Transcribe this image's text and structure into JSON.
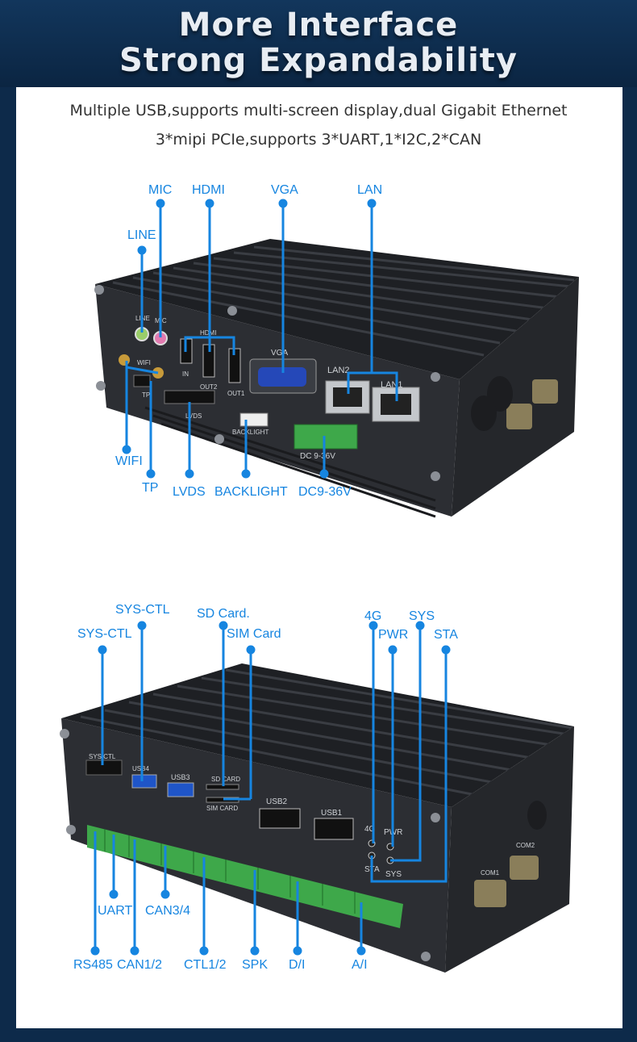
{
  "header": {
    "title_line1": "More Interface",
    "title_line2": "Strong Expandability"
  },
  "description": {
    "line1": "Multiple USB,supports multi-screen display,dual Gigabit Ethernet",
    "line2": "3*mipi PCIe,supports 3*UART,1*I2C,2*CAN"
  },
  "front_panel": {
    "labels": {
      "mic": "MIC",
      "hdmi": "HDMI",
      "vga": "VGA",
      "lan": "LAN",
      "line": "LINE",
      "wifi": "WIFI",
      "tp": "TP",
      "lvds": "LVDS",
      "backlight": "BACKLIGHT",
      "dc": "DC9-36V"
    },
    "printed": {
      "line": "LINE",
      "mic": "MIC",
      "hdmi": "HDMI",
      "in": "IN",
      "out2": "OUT2",
      "out1": "OUT1",
      "vga": "VGA",
      "lan2": "LAN2",
      "lan1": "LAN1",
      "wifi": "WIFI",
      "tp": "TP",
      "lvds": "LVDS",
      "backlight": "BACKLIGHT",
      "dc": "DC 9-36V"
    }
  },
  "rear_panel": {
    "labels": {
      "sysctl_top": "SYS-CTL",
      "sysctl_left": "SYS-CTL",
      "sd": "SD Card.",
      "sim": "SIM Card",
      "g4": "4G",
      "sys": "SYS",
      "pwr": "PWR",
      "sta": "STA",
      "uart": "UART",
      "can34": "CAN3/4",
      "rs485": "RS485",
      "can12": "CAN1/2",
      "ctl12": "CTL1/2",
      "spk": "SPK",
      "di": "D/I",
      "ai": "A/I"
    },
    "printed": {
      "sysctl": "SYS CTL",
      "usb4": "USB4",
      "usb3": "USB3",
      "sdcard": "SD CARD",
      "simcard": "SIM CARD",
      "usb2": "USB2",
      "usb1": "USB1",
      "g4": "4G",
      "pwr": "PWR",
      "sta": "STA",
      "sys": "SYS",
      "com1": "COM1",
      "com2": "COM2"
    }
  },
  "colors": {
    "accent": "#1685e0",
    "background": "#0d2a4a",
    "device": "#2a2c30",
    "terminal": "#3ea84a"
  }
}
